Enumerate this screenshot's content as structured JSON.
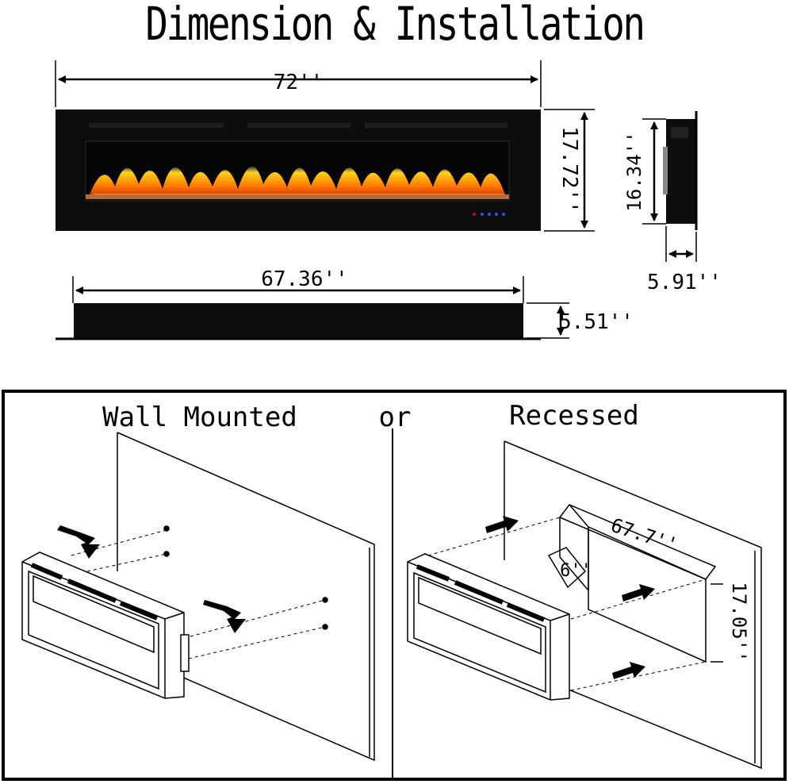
{
  "title": "Dimension & Installation",
  "dimensions": {
    "width_total": "72''",
    "height_total": "17.72''",
    "side_height": "16.34''",
    "side_depth": "5.91''",
    "bottom_width": "67.36''",
    "bottom_depth": "5.51''"
  },
  "installation": {
    "wall_mounted_label": "Wall Mounted",
    "or_label": "or",
    "recessed_label": "Recessed",
    "recess_width": "67.7''",
    "recess_depth": "6''",
    "recess_height": "17.05''"
  },
  "colors": {
    "fireplace_body": "#0d0d0d",
    "flame_yellow": "#ffd21a",
    "flame_orange": "#ff7a00",
    "flame_red": "#d42a00",
    "line": "#000000"
  }
}
